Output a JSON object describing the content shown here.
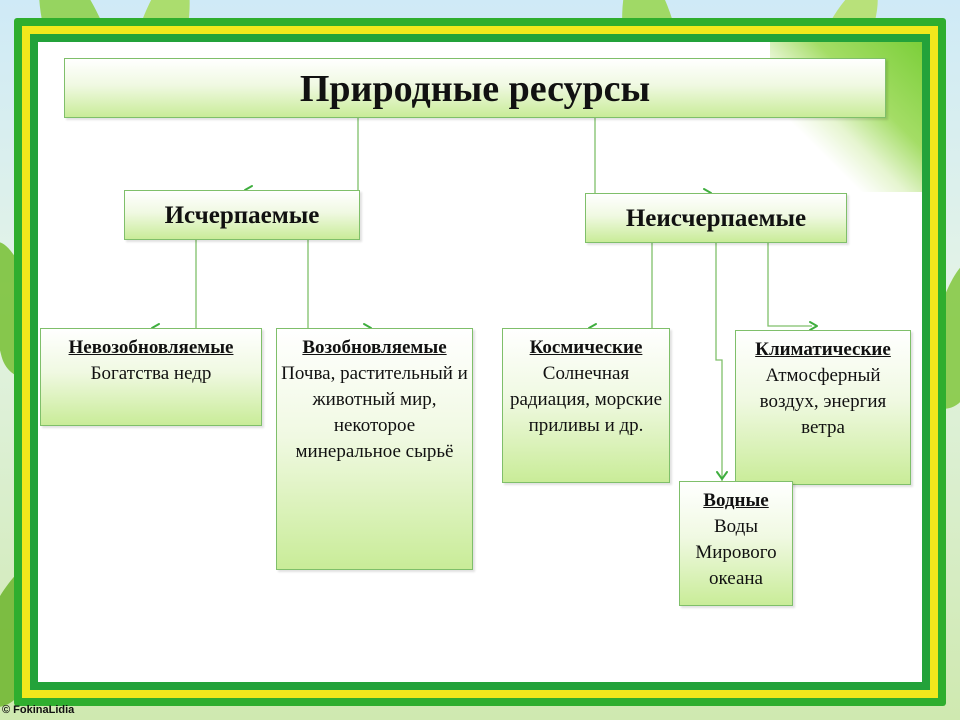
{
  "title": "Природные ресурсы",
  "categories": {
    "exhaustible": "Исчерпаемые",
    "inexhaustible": "Неисчерпаемые"
  },
  "nodes": {
    "nonrenewable": {
      "heading": "Невозобновляемые",
      "text": "Богатства недр"
    },
    "renewable": {
      "heading": "Возобновляемые",
      "text": "Почва, растительный и животный мир, некоторое минеральное сырьё"
    },
    "space": {
      "heading": "Космические",
      "text": "Солнечная радиация, морские приливы и др."
    },
    "climate": {
      "heading": "Климатические",
      "text": "Атмосферный воздух, энергия ветра"
    },
    "water": {
      "heading": "Водные",
      "text": "Воды Мирового океана"
    }
  },
  "copyright": "© FokinaLidia",
  "colors": {
    "frame_green": "#2fae2e",
    "frame_yellow": "#f2e81c",
    "box_fill": "#c9ec98",
    "connector": "#7fbf6a"
  }
}
